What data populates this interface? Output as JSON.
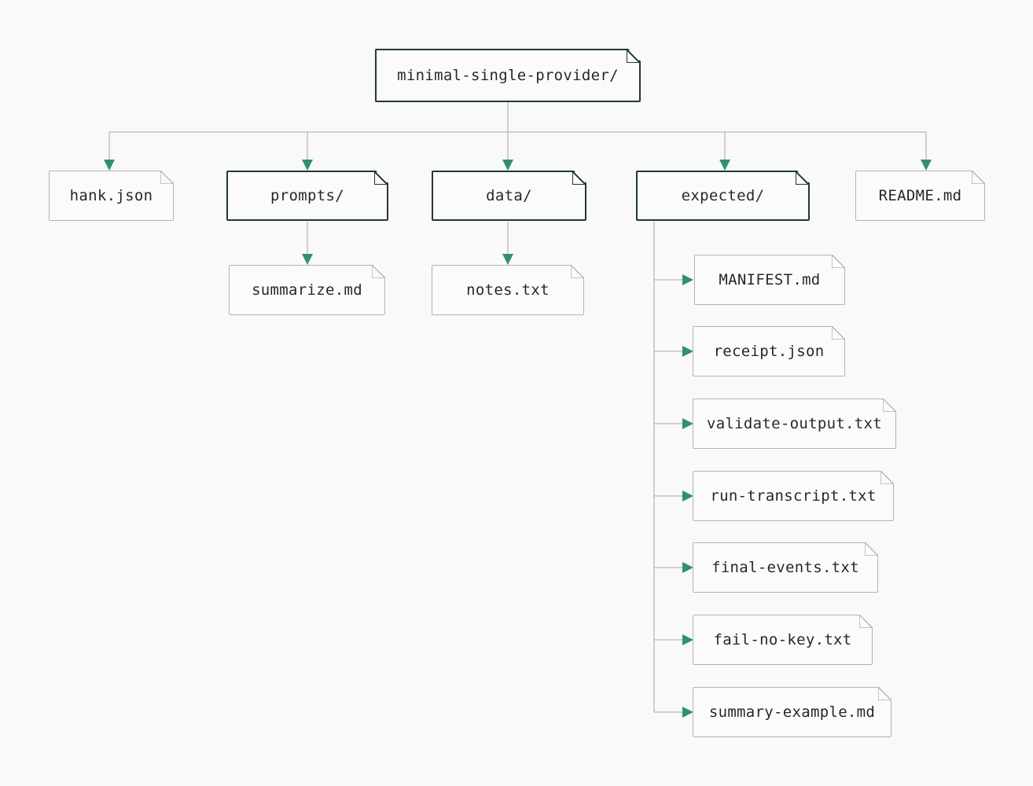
{
  "root": {
    "label": "minimal-single-provider/"
  },
  "children": [
    {
      "label": "hank.json"
    },
    {
      "label": "prompts/"
    },
    {
      "label": "data/"
    },
    {
      "label": "expected/"
    },
    {
      "label": "README.md"
    }
  ],
  "prompts_children": [
    {
      "label": "summarize.md"
    }
  ],
  "data_children": [
    {
      "label": "notes.txt"
    }
  ],
  "expected_children": [
    {
      "label": "MANIFEST.md"
    },
    {
      "label": "receipt.json"
    },
    {
      "label": "validate-output.txt"
    },
    {
      "label": "run-transcript.txt"
    },
    {
      "label": "final-events.txt"
    },
    {
      "label": "fail-no-key.txt"
    },
    {
      "label": "summary-example.md"
    }
  ],
  "colors": {
    "background": "#f9f9f9",
    "directory_border": "#1e3a32",
    "file_border": "#b3b3b3",
    "connector_line": "#b8b8b8",
    "arrow_head": "#2e9170",
    "text": "#1f2a26"
  }
}
